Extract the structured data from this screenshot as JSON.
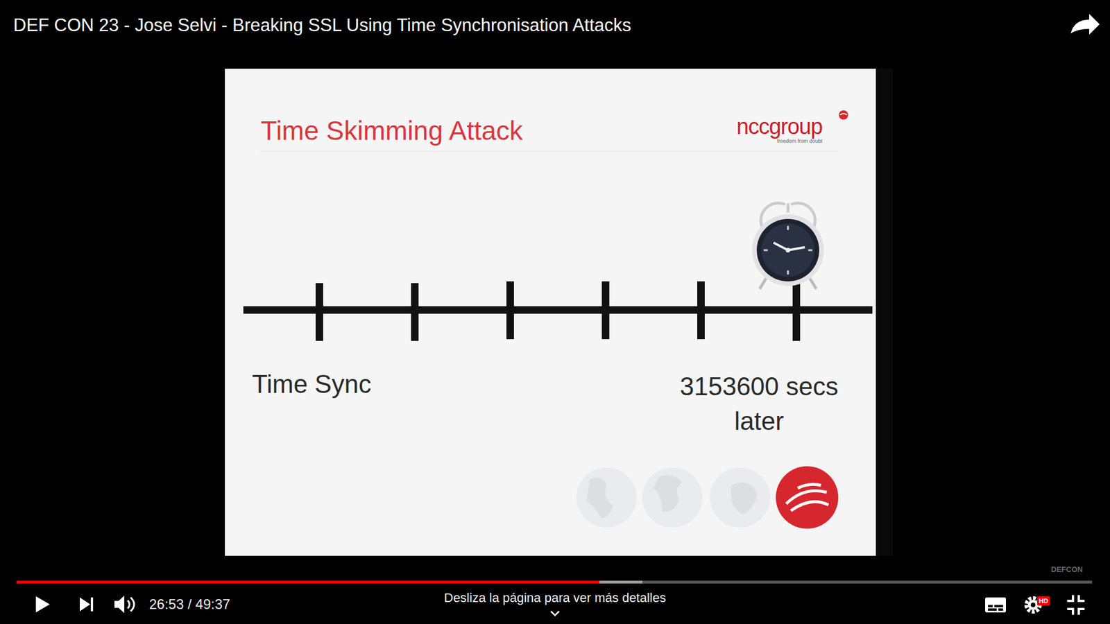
{
  "diagram": {
    "title": "Time Skimming Attack",
    "labels": [
      "DEF CON 23 - Jose Selvi - Breaking SSL Using Time Synchronisation Attacks",
      "nccgroup",
      "freedom from doubt",
      "Time Sync",
      "3153600 secs later",
      "DEFCON",
      "26:53 / 49:37",
      "Desliza la página para ver más detalles",
      "HD"
    ]
  }
}
